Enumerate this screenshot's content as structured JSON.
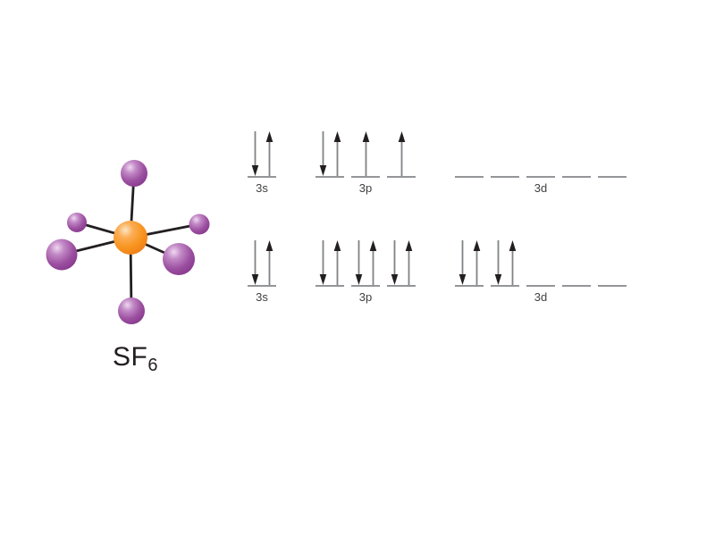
{
  "molecule": {
    "formula": "SF",
    "formula_subscript": "6",
    "center_color": "#F7941E",
    "outer_color": "#9C50A0",
    "bond_color": "#231F20"
  },
  "orbital_diagrams": {
    "arrow_shaft_color": "#808285",
    "arrow_head_color": "#231F20",
    "line_color": "#939598",
    "label_color": "#414042",
    "rows": [
      {
        "name": "sulfur-ground-state",
        "groups": [
          {
            "label": "3s",
            "orbitals": [
              "du"
            ]
          },
          {
            "label": "3p",
            "orbitals": [
              "du",
              "u",
              "u"
            ]
          },
          {
            "label": "3d",
            "orbitals": [
              "",
              "",
              "",
              "",
              ""
            ]
          }
        ]
      },
      {
        "name": "sulfur-expanded-valence",
        "groups": [
          {
            "label": "3s",
            "orbitals": [
              "du"
            ]
          },
          {
            "label": "3p",
            "orbitals": [
              "du",
              "du",
              "du"
            ]
          },
          {
            "label": "3d",
            "orbitals": [
              "du",
              "du",
              "",
              "",
              ""
            ]
          }
        ]
      }
    ]
  }
}
